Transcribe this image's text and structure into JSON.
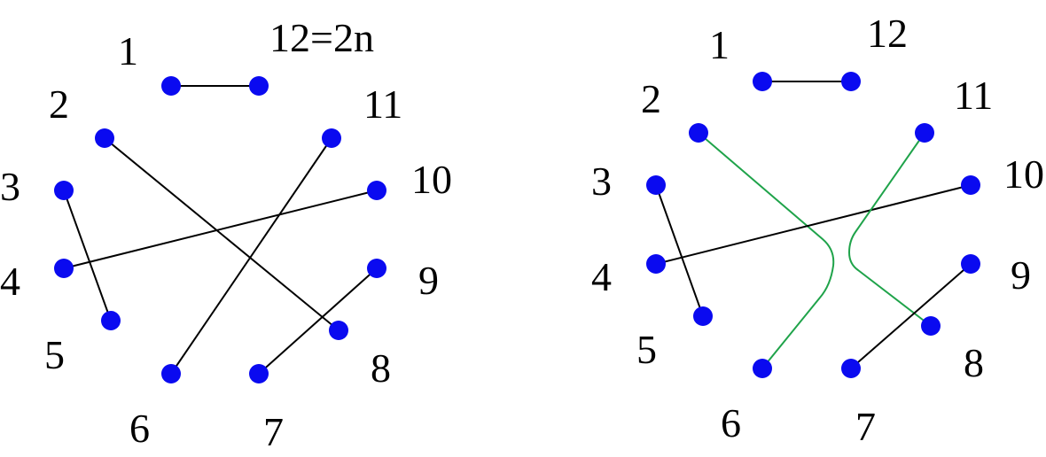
{
  "caption": "12=2n",
  "colors": {
    "node": "#0a0af0",
    "chord": "#000000",
    "swapped_chord": "#1fa34a",
    "text": "#000000"
  },
  "panels": [
    {
      "id": "left",
      "labels": [
        "1",
        "2",
        "3",
        "4",
        "5",
        "6",
        "7",
        "8",
        "9",
        "10",
        "11",
        "12=2n"
      ],
      "chords": [
        {
          "from": 1,
          "to": 12,
          "style": "chord"
        },
        {
          "from": 2,
          "to": 8,
          "style": "chord"
        },
        {
          "from": 3,
          "to": 5,
          "style": "chord"
        },
        {
          "from": 4,
          "to": 10,
          "style": "chord"
        },
        {
          "from": 6,
          "to": 11,
          "style": "chord"
        },
        {
          "from": 7,
          "to": 9,
          "style": "chord"
        }
      ]
    },
    {
      "id": "right",
      "labels": [
        "1",
        "2",
        "3",
        "4",
        "5",
        "6",
        "7",
        "8",
        "9",
        "10",
        "11",
        "12"
      ],
      "chords": [
        {
          "from": 1,
          "to": 12,
          "style": "chord"
        },
        {
          "from": 2,
          "to": 6,
          "style": "swapped_chord"
        },
        {
          "from": 3,
          "to": 5,
          "style": "chord"
        },
        {
          "from": 4,
          "to": 10,
          "style": "chord"
        },
        {
          "from": 8,
          "to": 11,
          "style": "swapped_chord"
        },
        {
          "from": 7,
          "to": 9,
          "style": "chord"
        }
      ]
    }
  ]
}
